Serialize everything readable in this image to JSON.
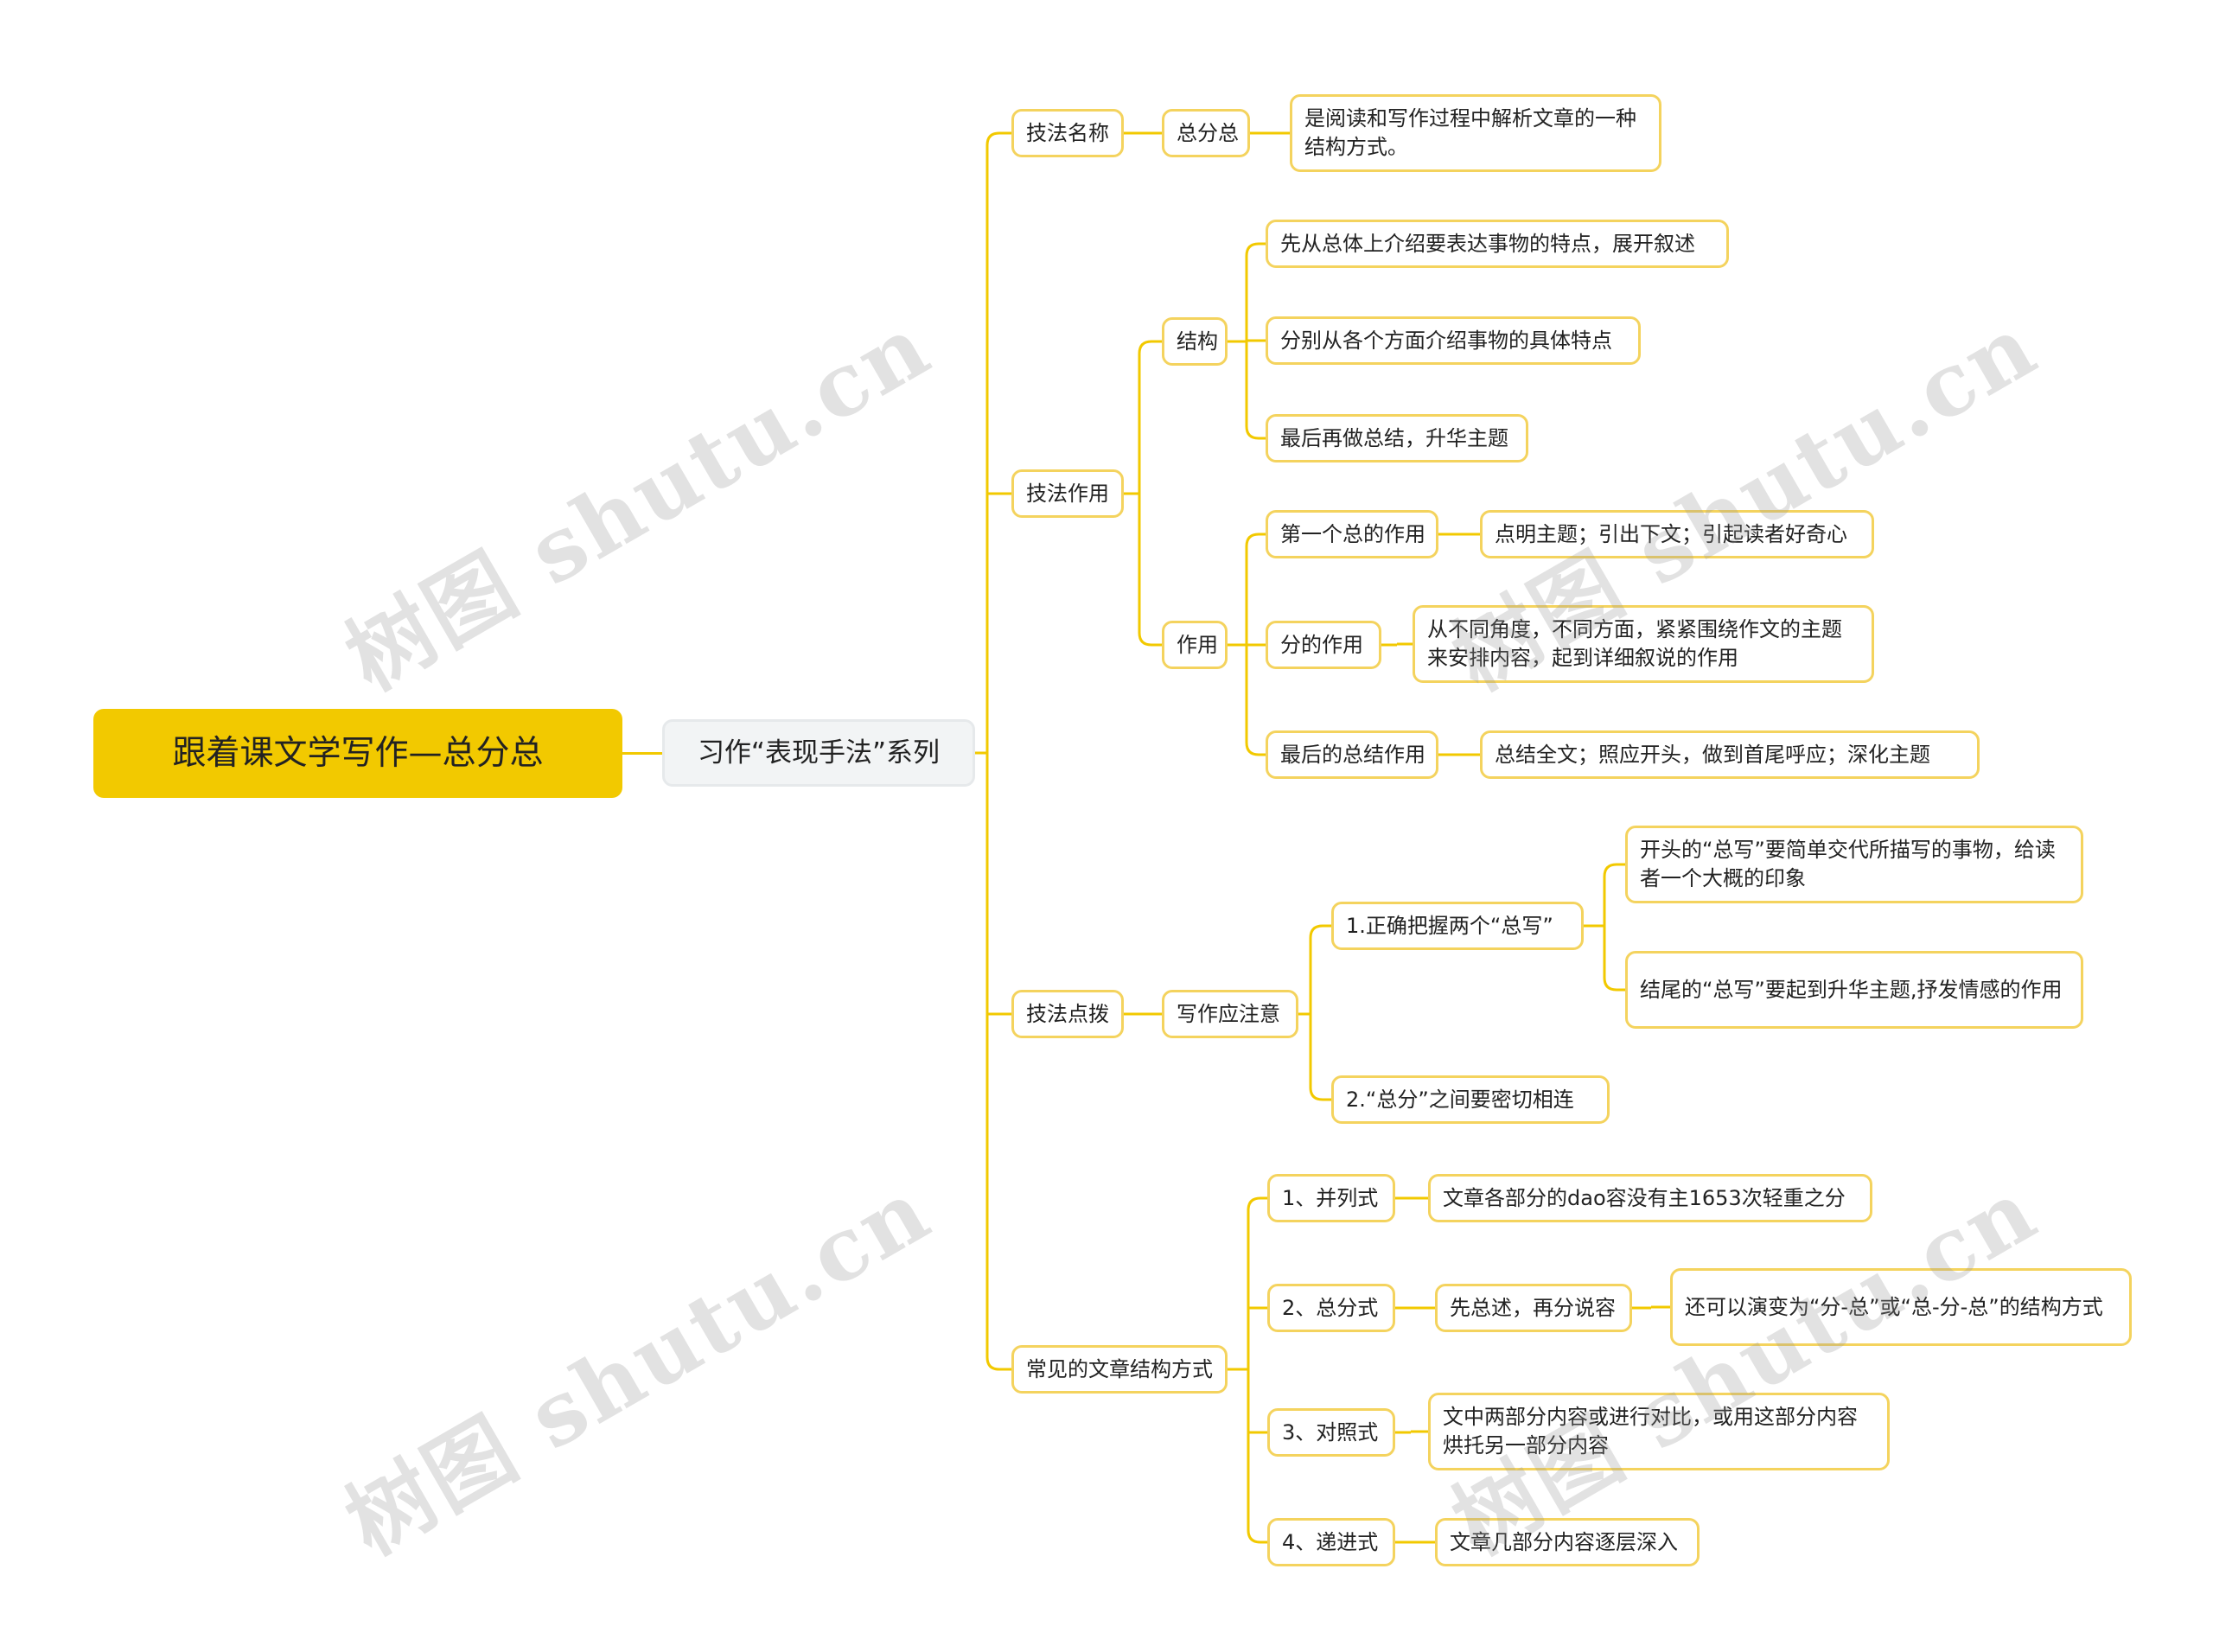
{
  "root": "跟着课文学写作—总分总",
  "sub": "习作“表现手法”系列",
  "branches": {
    "name": {
      "label": "技法名称",
      "child": "总分总",
      "desc": "是阅读和写作过程中解析文章的一种结构方式。"
    },
    "effect": {
      "label": "技法作用",
      "structure": {
        "label": "结构",
        "items": [
          "先从总体上介绍要表达事物的特点，展开叙述",
          "分别从各个方面介绍事物的具体特点",
          "最后再做总结，升华主题"
        ]
      },
      "role": {
        "label": "作用",
        "items": [
          {
            "label": "第一个总的作用",
            "desc": "点明主题；引出下文；引起读者好奇心"
          },
          {
            "label": "分的作用",
            "desc": "从不同角度，不同方面，紧紧围绕作文的主题来安排内容，起到详细叙说的作用"
          },
          {
            "label": "最后的总结作用",
            "desc": "总结全文；照应开头，做到首尾呼应；深化主题"
          }
        ]
      }
    },
    "tips": {
      "label": "技法点拨",
      "child": "写作应注意",
      "point1": {
        "label": "1.正确把握两个“总写”",
        "items": [
          "开头的“总写”要简单交代所描写的事物，给读者一个大概的印象",
          "结尾的“总写”要起到升华主题,抒发情感的作用"
        ]
      },
      "point2": "2.“总分”之间要密切相连"
    },
    "types": {
      "label": "常见的文章结构方式",
      "items": [
        {
          "label": "1、并列式",
          "desc": "文章各部分的dao容没有主1653次轻重之分"
        },
        {
          "label": "2、总分式",
          "desc": "先总述，再分说容",
          "extra": "还可以演变为“分-总”或“总-分-总”的结构方式"
        },
        {
          "label": "3、对照式",
          "desc": "文中两部分内容或进行对比，或用这部分内容烘托另一部分内容"
        },
        {
          "label": "4、递进式",
          "desc": "文章几部分内容逐层深入"
        }
      ]
    }
  },
  "watermark": "树图 shutu.cn",
  "colors": {
    "root": "#f2c900",
    "line": "#f2c900",
    "border": "#f4d35e",
    "sub_bg": "#f2f4f5"
  }
}
